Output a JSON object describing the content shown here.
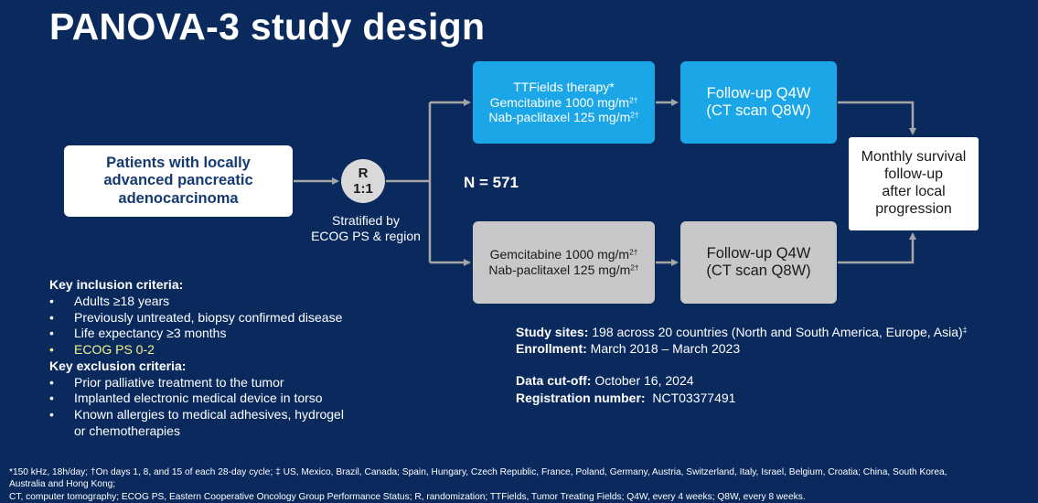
{
  "title": "PANOVA-3 study design",
  "patients": {
    "line1": "Patients with locally",
    "line2": "advanced pancreatic",
    "line3": "adenocarcinoma"
  },
  "randomization": {
    "letter": "R",
    "ratio": "1:1",
    "stratified_line1": "Stratified by",
    "stratified_line2": "ECOG PS & region"
  },
  "n_label": "N = 571",
  "arm_ttf": {
    "line1": "TTFields therapy*",
    "line2": "Gemcitabine 1000 mg/m",
    "line2_sup": "2†",
    "line3": "Nab-paclitaxel 125 mg/m",
    "line3_sup": "2†"
  },
  "arm_control": {
    "line1": "Gemcitabine 1000 mg/m",
    "line1_sup": "2†",
    "line2": "Nab-paclitaxel 125 mg/m",
    "line2_sup": "2†"
  },
  "followup_top": {
    "line1": "Follow-up Q4W",
    "line2": "(CT scan Q8W)"
  },
  "followup_bottom": {
    "line1": "Follow-up Q4W",
    "line2": "(CT scan Q8W)"
  },
  "survival": {
    "line1": "Monthly survival",
    "line2": "follow-up",
    "line3": "after local",
    "line4": "progression"
  },
  "inclusion": {
    "heading": "Key inclusion criteria:",
    "items": [
      "Adults ≥18 years",
      "Previously untreated, biopsy confirmed disease",
      "Life expectancy ≥3 months",
      "ECOG PS 0-2"
    ]
  },
  "exclusion": {
    "heading": "Key exclusion criteria:",
    "items": [
      "Prior palliative treatment to the tumor",
      "Implanted electronic medical device in torso",
      "Known allergies to medical adhesives, hydrogel",
      "or chemotherapies"
    ]
  },
  "study_info": {
    "sites_label": "Study sites:",
    "sites_value": "198 across 20 countries (North and South America, Europe, Asia)",
    "sites_sup": "‡",
    "enrollment_label": "Enrollment:",
    "enrollment_value": "March 2018 – March 2023",
    "cutoff_label": "Data cut-off:",
    "cutoff_value": "October 16, 2024",
    "registration_label": "Registration number:",
    "registration_value": "NCT03377491"
  },
  "footnote": {
    "line1": "*150 kHz, 18h/day; †On days 1, 8, and 15 of each 28-day cycle; ‡ US, Mexico, Brazil, Canada; Spain, Hungary, Czech Republic, France, Poland, Germany, Austria, Switzerland, Italy, Israel, Belgium, Croatia; China, South Korea,",
    "line2": "Australia and Hong Kong;",
    "line3": "CT, computer tomography; ECOG PS, Eastern Cooperative Oncology Group Performance Status; R, randomization; TTFields, Tumor Treating Fields; Q4W, every 4 weeks; Q8W, every 8 weeks."
  },
  "colors": {
    "background": "#0a2a5e",
    "ttf_box": "#1ba6e8",
    "control_box": "#c8c8c8",
    "connector": "#a6a6a6",
    "highlight_text": "#f3f28a"
  }
}
